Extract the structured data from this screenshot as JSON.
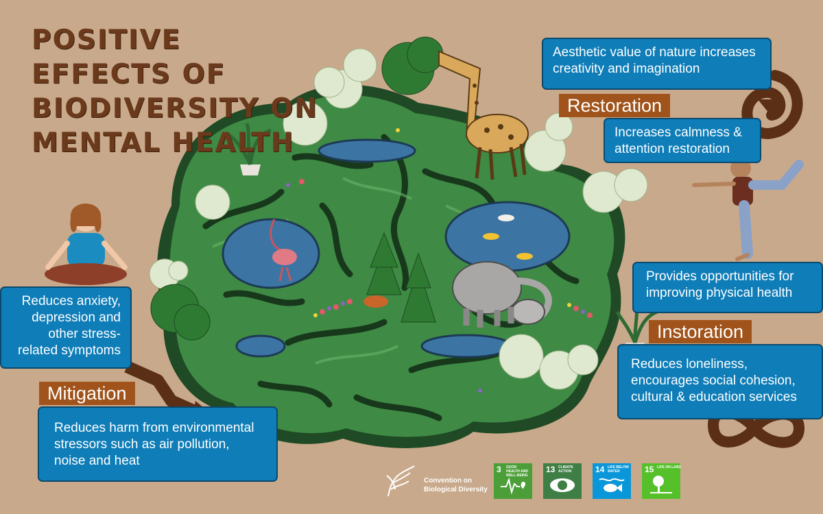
{
  "title": "Positive effects of biodiversity on mental health",
  "boxes": {
    "aesthetic": "Aesthetic value of nature increases creativity and imagination",
    "calmness": "Increases calmness & attention restoration",
    "physical": "Provides opportunities for improving physical health",
    "social": "Reduces loneliness, encourages social cohesion, cultural & education services",
    "anxiety": "Reduces anxiety, depression and other stress-related symptoms",
    "harm": "Reduces harm from environmental stressors such as air pollution, noise and heat"
  },
  "labels": {
    "restoration": "Restoration",
    "instoration": "Instoration",
    "mitigation": "Mitigation"
  },
  "footer": {
    "cbd_line1": "Convention on",
    "cbd_line2": "Biological Diversity",
    "sdgs": [
      {
        "num": "3",
        "caption": "GOOD HEALTH AND WELL-BEING",
        "color": "#4c9f38"
      },
      {
        "num": "13",
        "caption": "CLIMATE ACTION",
        "color": "#3f7e44"
      },
      {
        "num": "14",
        "caption": "LIFE BELOW WATER",
        "color": "#0a97d9"
      },
      {
        "num": "15",
        "caption": "LIFE ON LAND",
        "color": "#56c02b"
      }
    ]
  },
  "colors": {
    "background": "#c9a98b",
    "box": "#0e7db8",
    "label": "#a0531a",
    "title": "#6b3a1c"
  }
}
